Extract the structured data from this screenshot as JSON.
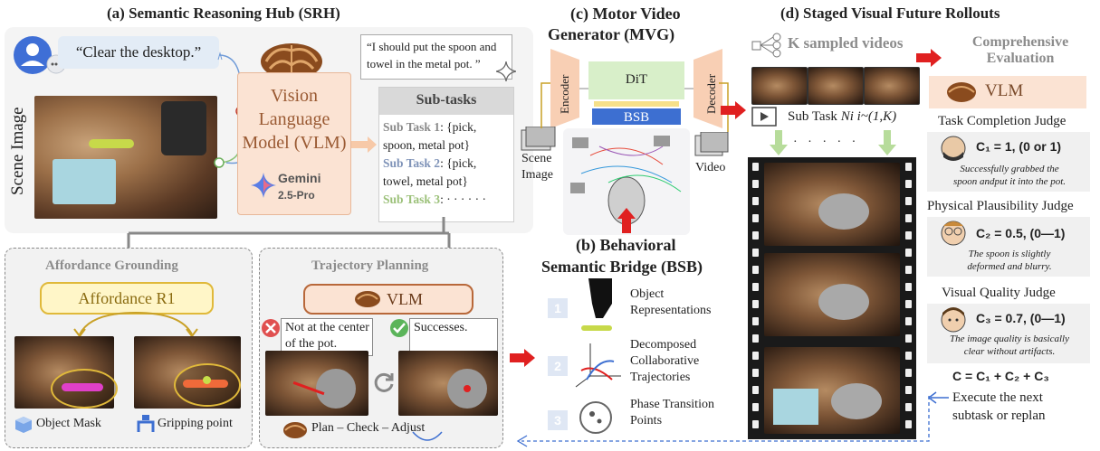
{
  "srh": {
    "title": "(a) Semantic Reasoning Hub (SRH)",
    "user_quote": "“Clear the desktop.”",
    "scene_label": "Scene Image",
    "vlm_line1": "Vision",
    "vlm_line2": "Language",
    "vlm_line3": "Model (VLM)",
    "gemini_name": "Gemini",
    "gemini_version": "2.5-Pro",
    "thought_line1": "“I should put the spoon and",
    "thought_line2": "towel in the metal pot. ”",
    "subtasks_header": "Sub-tasks",
    "subtasks": [
      {
        "label": "Sub Task 1",
        "text1": ": {pick,",
        "text2": "spoon, metal pot}",
        "color": "#8a8a8a"
      },
      {
        "label": "Sub Task 2",
        "text1": ": {pick,",
        "text2": "towel, metal pot}",
        "color": "#7f93b8"
      },
      {
        "label": "Sub Task 3",
        "text1": ": · · · · · ·",
        "text2": "",
        "color": "#9cc17a"
      }
    ]
  },
  "affordance": {
    "title": "Affordance Grounding",
    "model": "Affordance R1",
    "mask_label": "Object Mask",
    "grip_label": "Gripping point"
  },
  "trajectory": {
    "title": "Trajectory Planning",
    "model": "VLM",
    "fail_note_1": "Not at the center",
    "fail_note_2": "of the pot.",
    "success_note": "Successes.",
    "loop": "Plan – Check – Adjust"
  },
  "mvg": {
    "title_line1": "(c) Motor Video",
    "title_line2": "Generator (MVG)",
    "encoder": "Encoder",
    "decoder": "Decoder",
    "dit": "DiT",
    "bsb": "BSB",
    "input_label_1": "Scene",
    "input_label_2": "Image",
    "output_label": "Video"
  },
  "bsb": {
    "title_line1": "(b) Behavioral",
    "title_line2": "Semantic Bridge (BSB)",
    "items": [
      {
        "num": "1",
        "line1": "Object",
        "line2": "Representations",
        "line3": ""
      },
      {
        "num": "2",
        "line1": "Decomposed",
        "line2": "Collaborative",
        "line3": "Trajectories"
      },
      {
        "num": "3",
        "line1": "Phase Transition",
        "line2": "Points",
        "line3": ""
      }
    ]
  },
  "rollouts": {
    "title": "(d) Staged Visual Future Rollouts",
    "k_videos": "K sampled videos",
    "eval_line1": "Comprehensive",
    "eval_line2": "Evaluation",
    "vlm": "VLM",
    "subtask_label": "Sub Task ",
    "subtask_math": "Ni i~(1,K)",
    "dots": "· · · · ·",
    "judges": [
      {
        "title": "Task Completion Judge",
        "score": "C₁ = 1, (0 or 1)",
        "note1": "Successfully grabbed the",
        "note2": "spoon andput it into the pot."
      },
      {
        "title": "Physical Plausibility Judge",
        "score": "C₂ = 0.5, (0—1)",
        "note1": "The spoon is slightly",
        "note2": "deformed and blurry."
      },
      {
        "title": "Visual Quality Judge",
        "score": "C₃ = 0.7, (0—1)",
        "note1": "The image quality is basically",
        "note2": "clear without artifacts."
      }
    ],
    "formula": "C = C₁ + C₂ + C₃",
    "next_line1": "Execute the next",
    "next_line2": "subtask or replan"
  },
  "colors": {
    "accent_red": "#e02020",
    "vlm_orange": "#fbe3d3",
    "affordance_yellow": "#fff6c8",
    "dit_green": "#d8efc9",
    "bsb_blue": "#3d6fd1"
  }
}
